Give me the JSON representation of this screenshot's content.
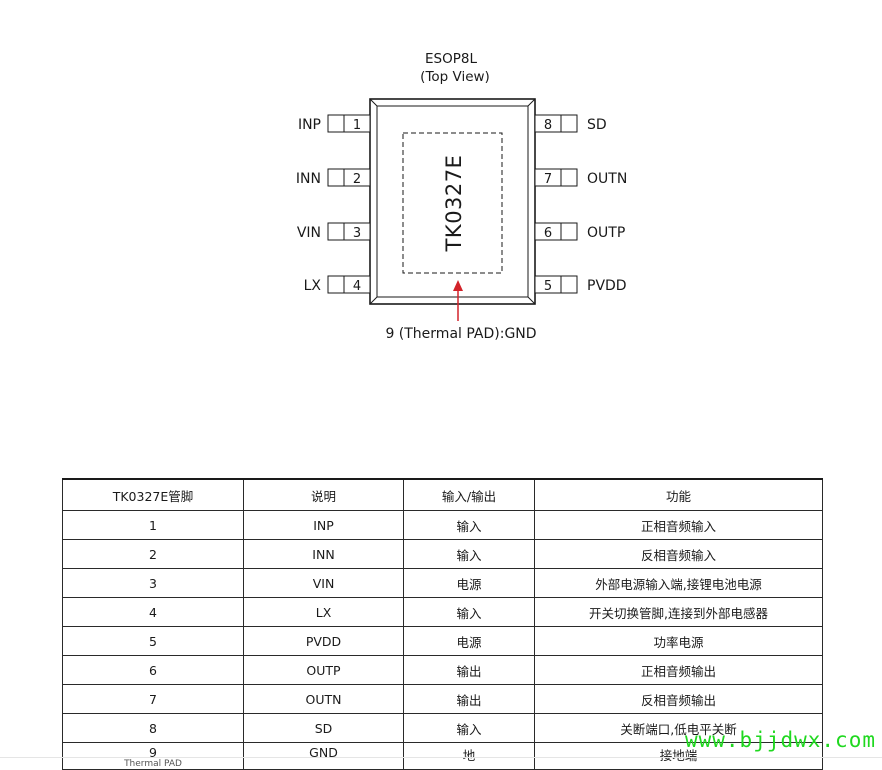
{
  "diagram": {
    "package": "ESOP8L",
    "view": "(Top View)",
    "chip_name": "TK0327E",
    "thermal_pad_label": "9 (Thermal PAD):GND",
    "pins_left": [
      {
        "num": "1",
        "name": "INP"
      },
      {
        "num": "2",
        "name": "INN"
      },
      {
        "num": "3",
        "name": "VIN"
      },
      {
        "num": "4",
        "name": "LX"
      }
    ],
    "pins_right": [
      {
        "num": "8",
        "name": "SD"
      },
      {
        "num": "7",
        "name": "OUTN"
      },
      {
        "num": "6",
        "name": "OUTP"
      },
      {
        "num": "5",
        "name": "PVDD"
      }
    ],
    "arrow_color": "#d2232a"
  },
  "table": {
    "headers": [
      "TK0327E管脚",
      "说明",
      "输入/输出",
      "功能"
    ],
    "rows": [
      {
        "pin": "1",
        "name": "INP",
        "io": "输入",
        "func": "正相音频输入"
      },
      {
        "pin": "2",
        "name": "INN",
        "io": "输入",
        "func": "反相音频输入"
      },
      {
        "pin": "3",
        "name": "VIN",
        "io": "电源",
        "func": "外部电源输入端,接锂电池电源"
      },
      {
        "pin": "4",
        "name": "LX",
        "io": "输入",
        "func": "开关切换管脚,连接到外部电感器"
      },
      {
        "pin": "5",
        "name": "PVDD",
        "io": "电源",
        "func": "功率电源"
      },
      {
        "pin": "6",
        "name": "OUTP",
        "io": "输出",
        "func": "正相音频输出"
      },
      {
        "pin": "7",
        "name": "OUTN",
        "io": "输出",
        "func": "反相音频输出"
      },
      {
        "pin": "8",
        "name": "SD",
        "io": "输入",
        "func": "关断端口,低电平关断"
      },
      {
        "pin": "9",
        "pin_sub": "Thermal PAD",
        "name": "GND",
        "io": "地",
        "func": "接地端"
      }
    ]
  },
  "watermark": "www.bjjdwx.com"
}
